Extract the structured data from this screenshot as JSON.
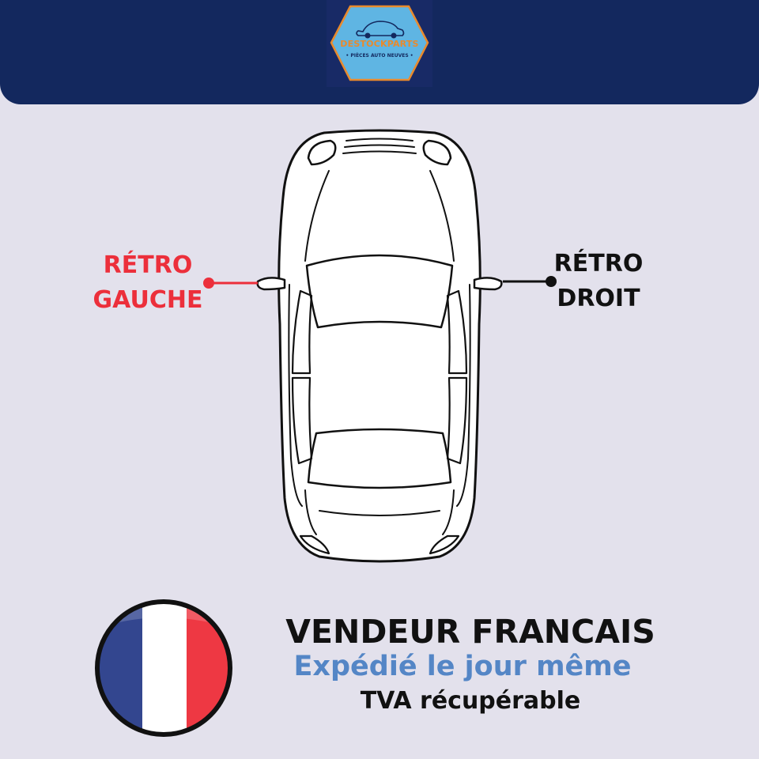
{
  "brand": {
    "name": "DESTOCKPARTS",
    "tagline": "• PIÈCES AUTO NEUVES •"
  },
  "diagram": {
    "left_label_line1": "RÉTRO",
    "left_label_line2": "GAUCHE",
    "right_label_line1": "RÉTRO",
    "right_label_line2": "DROIT"
  },
  "seller": {
    "title": "VENDEUR FRANCAIS",
    "shipping": "Expédié le jour même",
    "vat": "TVA récupérable"
  },
  "colors": {
    "header": "#13285e",
    "background": "#e3e1ec",
    "left_highlight": "#ec2f3b",
    "right_highlight": "#111111",
    "accent_blue": "#5486c6"
  }
}
